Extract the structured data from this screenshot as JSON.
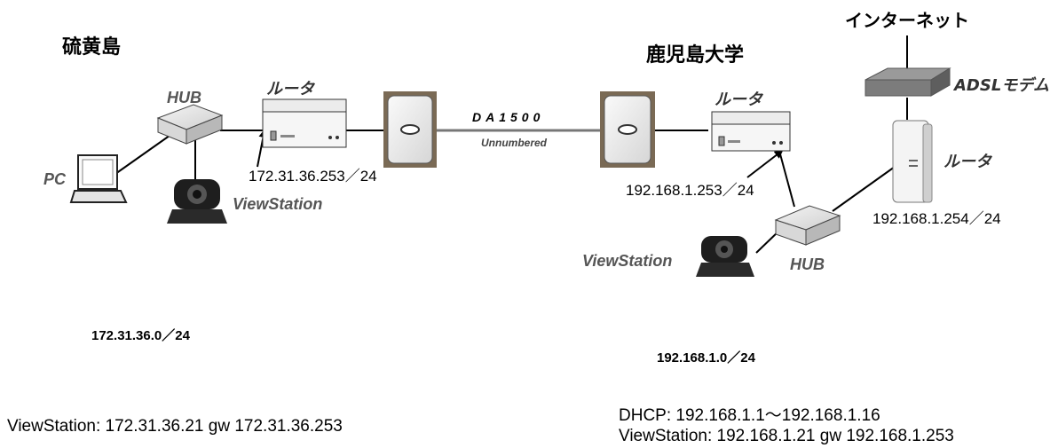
{
  "left_site": {
    "title": "硫黄島",
    "hub_label": "HUB",
    "router_label": "ルータ",
    "pc_label": "PC",
    "viewstation_label": "ViewStation",
    "router_ip": "172.31.36.253／24",
    "network": "172.31.36.0／24",
    "note": "ViewStation: 172.31.36.21 gw 172.31.36.253"
  },
  "link": {
    "modem_name": "DA1500",
    "mode": "Unnumbered"
  },
  "right_site": {
    "title": "鹿児島大学",
    "router_label": "ルータ",
    "router_ip": "192.168.1.253／24",
    "hub_label": "HUB",
    "viewstation_label": "ViewStation",
    "network": "192.168.1.0／24",
    "note_dhcp": "DHCP: 192.168.1.1～192.168.1.16",
    "note_viewstation": "ViewStation: 192.168.1.21 gw 192.168.1.253"
  },
  "internet": {
    "label": "インターネット",
    "modem_label": "ADSLモデム",
    "router_label": "ルータ",
    "router_ip": "192.168.1.254／24"
  }
}
